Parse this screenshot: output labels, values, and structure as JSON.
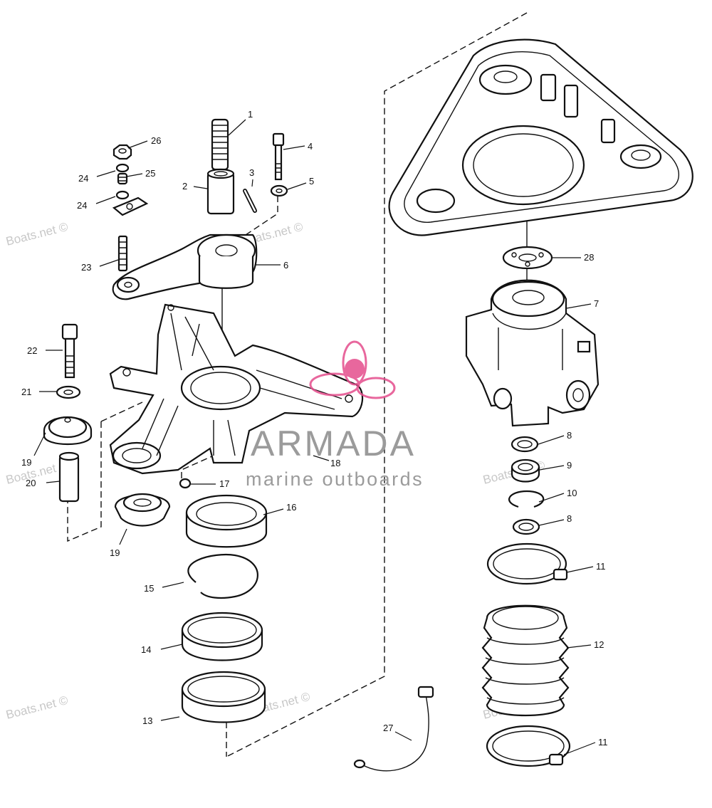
{
  "watermark": {
    "site": "Boats.net ©",
    "brand": "ARMADA",
    "tagline": "marine outboards",
    "brand_color": "#9b9b9b",
    "logo_color": "#e44d8c"
  },
  "callouts": [
    "1",
    "2",
    "3",
    "4",
    "5",
    "6",
    "7",
    "8",
    "9",
    "10",
    "8",
    "11",
    "12",
    "11",
    "13",
    "14",
    "15",
    "16",
    "17",
    "18",
    "19",
    "19",
    "20",
    "21",
    "22",
    "23",
    "24",
    "25",
    "24",
    "26",
    "27",
    "28"
  ]
}
